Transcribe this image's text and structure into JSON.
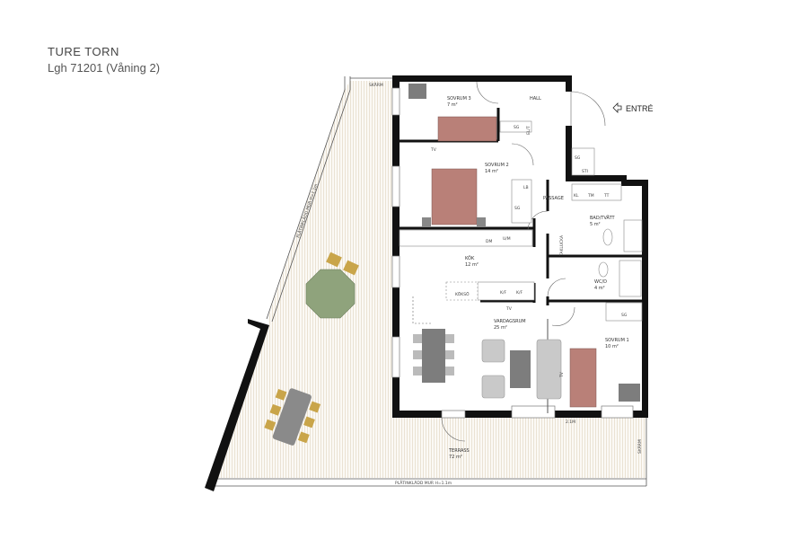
{
  "header": {
    "title": "TURE TORN",
    "subtitle": "Lgh 71201 (Våning 2)"
  },
  "entrance": {
    "label": "ENTRÉ",
    "icon": "entrance-arrow-icon"
  },
  "rooms": {
    "sovrum3": {
      "name": "SOVRUM 3",
      "area": "7 m²"
    },
    "hall": {
      "name": "HALL"
    },
    "sovrum2": {
      "name": "SOVRUM 2",
      "area": "14 m²"
    },
    "passage": {
      "name": "PASSAGE"
    },
    "bad": {
      "name": "BAD/TVÄTT",
      "area": "5 m²"
    },
    "kok": {
      "name": "KÖK",
      "area": "12 m²"
    },
    "wc": {
      "name": "WC/D",
      "area": "4 m²"
    },
    "vardagsrum": {
      "name": "VARDAGSRUM",
      "area": "25 m²"
    },
    "sovrum1": {
      "name": "SOVRUM 1",
      "area": "10 m²"
    },
    "terrass": {
      "name": "TERRASS",
      "area": "72 m²"
    }
  },
  "fixtures": {
    "sg": "SG",
    "st": "STI",
    "lb": "LB",
    "tm": "TM",
    "tt": "TT",
    "kl": "KL",
    "dm": "DM",
    "mv": "U/M",
    "kf": "K/F",
    "koksö": "KÖKSÖ",
    "tv": "TV",
    "skarm": "SKÄRM",
    "parapet": "PLÅTINKLÄDD MUR H=1.1m",
    "ceiling": "TAKLUCKA",
    "height": "2.1M",
    "elc": "EL/T"
  },
  "colors": {
    "wall": "#111111",
    "bed": "#b98078",
    "furniture": "#7d7d7d",
    "sofa": "#c9c9c9",
    "umbrella": "#8fa37c",
    "outdoor_chair": "#c9a54a",
    "deck": "#efe8dc"
  }
}
